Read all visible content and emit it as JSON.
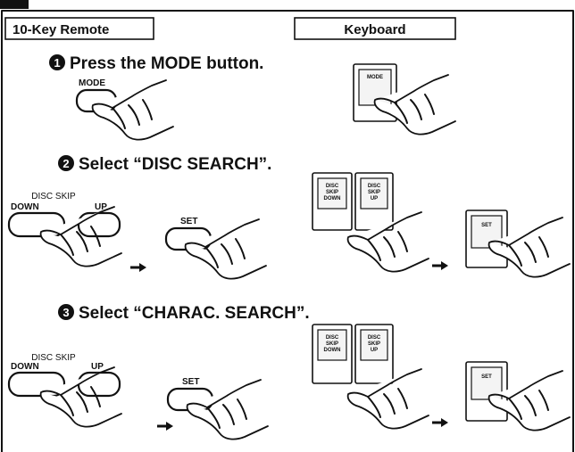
{
  "header": {
    "remote_label": "10-Key Remote",
    "keyboard_label": "Keyboard"
  },
  "steps": [
    {
      "number": "1",
      "text": "Press the MODE button."
    },
    {
      "number": "2",
      "text": "Select “DISC SEARCH”."
    },
    {
      "number": "3",
      "text": "Select “CHARAC. SEARCH”."
    }
  ],
  "remote": {
    "mode_label": "MODE",
    "disc_skip_label": "DISC SKIP",
    "down_label": "DOWN",
    "up_label": "UP",
    "set_label": "SET"
  },
  "keyboard": {
    "mode_key": "MODE",
    "disc_skip_down_key": [
      "DISC",
      "SKIP",
      "DOWN"
    ],
    "disc_skip_up_key": [
      "DISC",
      "SKIP",
      "UP"
    ],
    "set_key": "SET"
  },
  "icons": {
    "arrow": "right-arrow-icon",
    "hand": "pressing-hand-icon"
  }
}
